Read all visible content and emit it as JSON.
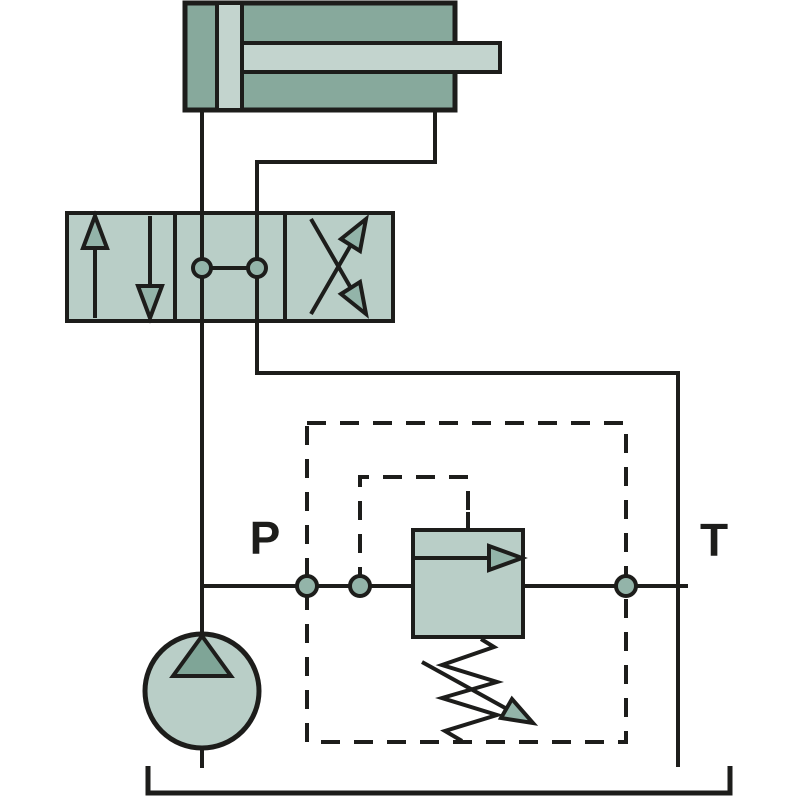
{
  "diagram": {
    "title": "hydraulic-circuit-schematic",
    "labels": {
      "pressure_port": "P",
      "tank_port": "T"
    },
    "colors": {
      "line": "#1d1d1b",
      "component-dark": "#87a99c",
      "component-light": "#b9cec7",
      "piston-light": "#c3d4ce",
      "accent-mid": "#93b4a9",
      "pump-triangle": "#7fa597",
      "background": "#ffffff"
    },
    "components": [
      "double-acting-cylinder",
      "directional-control-valve",
      "pressure-relief-valve",
      "hydraulic-pump",
      "reservoir"
    ]
  }
}
